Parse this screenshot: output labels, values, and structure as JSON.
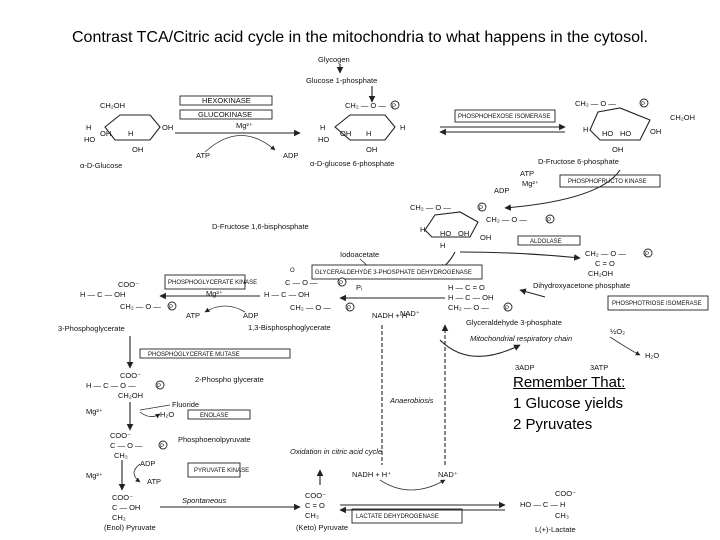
{
  "title": "Contrast TCA/Citric acid cycle in the mitochondria to what happens in the cytosol.",
  "note": {
    "heading": "Remember That:",
    "line1": "1 Glucose yields",
    "line2": "2 Pyruvates"
  },
  "diagram": {
    "glycogen": "Glycogen",
    "glucose_1p": "Glucose 1-phosphate",
    "alpha_d_glucose": "α-D-Glucose",
    "glucose_6p": "α-D-glucose 6-phosphate",
    "fructose_6p": "D-Fructose 6-phosphate",
    "fructose_16bp": "D-Fructose 1,6-bisphosphate",
    "dhap": "Dihydroxyacetone phosphate",
    "g3p": "Glyceraldehyde 3-phosphate",
    "bpg13": "1,3-Bisphosphoglycerate",
    "pg3": "3-Phosphoglycerate",
    "pg2": "2-Phospho glycerate",
    "pep": "Phosphoenolpyruvate",
    "enol_pyruvate": "(Enol) Pyruvate",
    "keto_pyruvate": "(Keto) Pyruvate",
    "lactate": "L(+)-Lactate",
    "enzymes": {
      "hexokinase": "HEXOKINASE",
      "glucokinase": "GLUCOKINASE",
      "phi": "PHOSPHOHEXOSE ISOMERASE",
      "pfk": "PHOSPHOFRUCTO KINASE",
      "aldolase": "ALDOLASE",
      "gapdh": "GLYCERALDEHYDE 3-PHOSPHATE DEHYDROGENASE",
      "pgk": "PHOSPHOGLYCERATE KINASE",
      "pgm": "PHOSPHOGLYCERATE MUTASE",
      "enolase": "ENOLASE",
      "pk": "PYRUVATE KINASE",
      "tpi": "PHOSPHOTRIOSE ISOMERASE",
      "ldh": "LACTATE DEHYDROGENASE"
    },
    "labels": {
      "atp": "ATP",
      "adp": "ADP",
      "mg": "Mg²⁺",
      "iodoacetate": "Iodoacetate",
      "pi": "Pᵢ",
      "nad": "NAD⁺",
      "nadh": "NADH + H⁺",
      "fluoride": "Fluoride",
      "h2o": "H₂O",
      "o2": "½O₂",
      "mito": "Mitochondrial respiratory chain",
      "adp3": "3ADP",
      "atp3": "3ATP",
      "anaerobiosis": "Anaerobiosis",
      "oxidation": "Oxidation in citric acid cycle",
      "spontaneous": "Spontaneous",
      "p": "P"
    }
  }
}
